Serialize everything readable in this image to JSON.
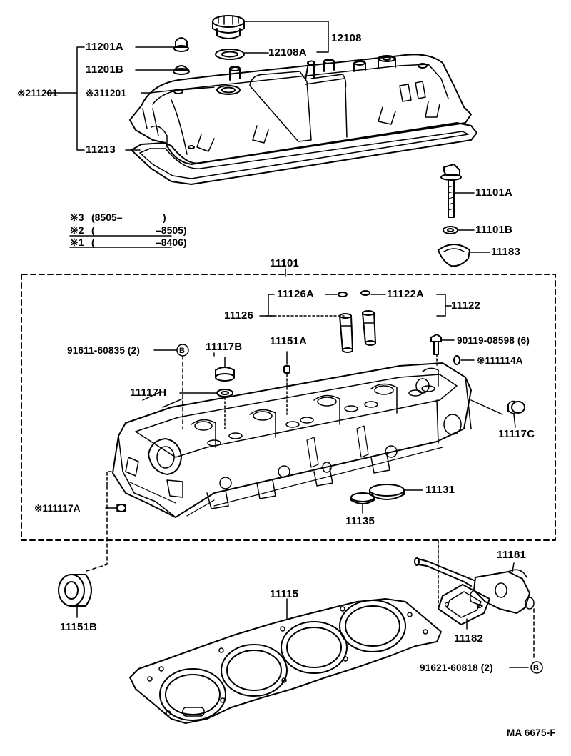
{
  "figure_code": "MA 6675-F",
  "labels": {
    "p12108": "12108",
    "p12108A": "12108A",
    "p11201A": "11201A",
    "p11201B": "11201B",
    "p211201": "※211201",
    "p311201": "※311201",
    "p11213": "11213",
    "p11101A": "11101A",
    "p11101B": "11101B",
    "p11183": "11183",
    "p11101": "11101",
    "p11126A": "11126A",
    "p11122A": "11122A",
    "p11126": "11126",
    "p11122": "11122",
    "p91611": "91611-60835 (2)",
    "p11117B": "11117B",
    "p11151A": "11151A",
    "p90119": "90119-08598 (6)",
    "p111114A": "※111114A",
    "p11117H": "11117H",
    "p11117C": "11117C",
    "p111117A": "※111117A",
    "p11131": "11131",
    "p11135": "11135",
    "p11181": "11181",
    "p11151B": "11151B",
    "p11115": "11115",
    "p11182": "11182",
    "p91621": "91621-60818 (2)",
    "ref_B1": "B",
    "ref_B2": "B"
  },
  "legend": [
    {
      "mark": "※3",
      "start": "(8505–",
      "end": ")"
    },
    {
      "mark": "※2",
      "start": "(",
      "end": "–8505)"
    },
    {
      "mark": "※1",
      "start": "(",
      "end": "–8406)"
    }
  ]
}
